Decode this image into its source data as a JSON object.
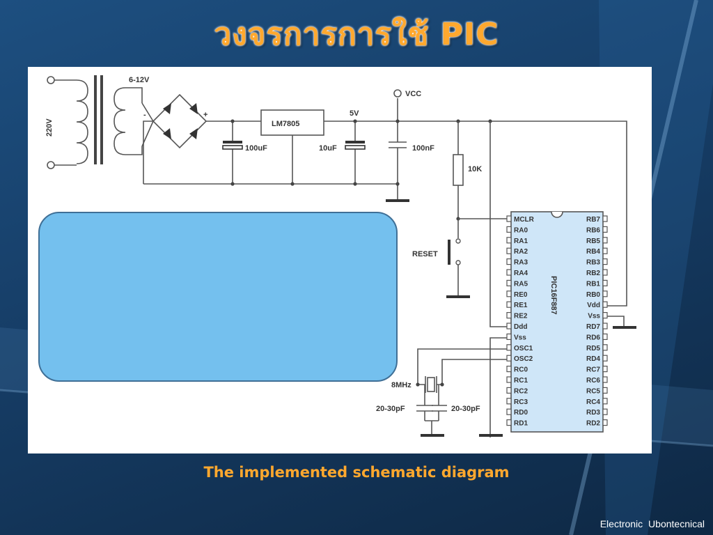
{
  "slide": {
    "title": "วงจรการการใช้  PIC",
    "caption": "The implemented schematic diagram",
    "footer": "Electronic Ubontecnical"
  },
  "schematic": {
    "mains_label": "220V",
    "secondary_label": "6-12V",
    "minus": "-",
    "plus": "+",
    "regulator": "LM7805",
    "reg_out": "5V",
    "vcc": "VCC",
    "cap1": "100uF",
    "cap2": "10uF",
    "cap3": "100nF",
    "resistor": "10K",
    "reset": "RESET",
    "crystal": "8MHz",
    "cap_left": "20-30pF",
    "cap_right": "20-30pF",
    "chip_name": "PIC16F887",
    "left_pins": [
      "MCLR",
      "RA0",
      "RA1",
      "RA2",
      "RA3",
      "RA4",
      "RA5",
      "RE0",
      "RE1",
      "RE2",
      "Ddd",
      "Vss",
      "OSC1",
      "OSC2",
      "RC0",
      "RC1",
      "RC2",
      "RC3",
      "RD0",
      "RD1"
    ],
    "right_pins": [
      "RB7",
      "RB6",
      "RB5",
      "RB4",
      "RB3",
      "RB2",
      "RB1",
      "RB0",
      "Vdd",
      "Vss",
      "RD7",
      "RD6",
      "RD5",
      "RD4",
      "RC7",
      "RC6",
      "RC5",
      "RC4",
      "RD3",
      "RD2"
    ]
  }
}
